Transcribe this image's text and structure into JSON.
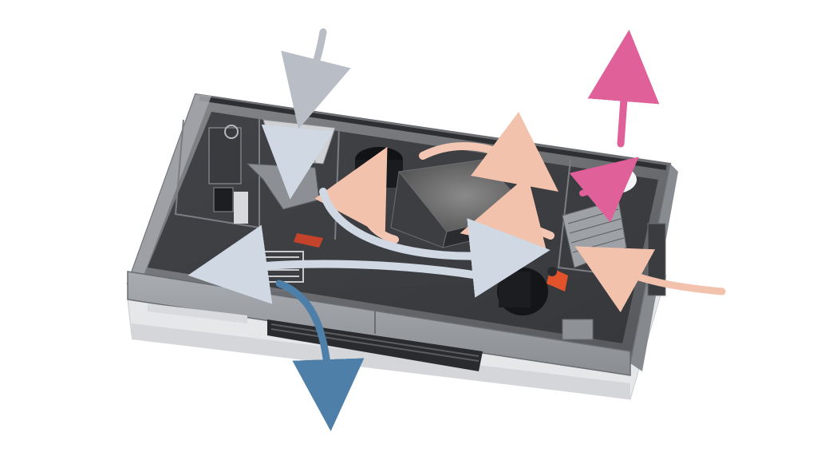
{
  "figure": {
    "kind": "ventilation-unit-cutaway",
    "labels": []
  },
  "airflows": [
    {
      "id": "outdoor-air-in",
      "color": "#b9bec6",
      "direction": "down",
      "label": ""
    },
    {
      "id": "exhaust-air-out",
      "color": "#e0609a",
      "direction": "up",
      "label": ""
    },
    {
      "id": "extract-air-in",
      "color": "#f2c2ad",
      "direction": "left",
      "label": ""
    },
    {
      "id": "supply-air-out",
      "color": "#4d7fa8",
      "direction": "down",
      "label": ""
    },
    {
      "id": "internal-warm-path",
      "color": "#f3c7b3",
      "direction": "loop",
      "label": ""
    },
    {
      "id": "internal-fresh-path",
      "color": "#cfd8e3",
      "direction": "left",
      "label": ""
    }
  ],
  "colors": {
    "housing": "#8e9196",
    "housing_dark": "#4a4c50",
    "interior": "#2c2d31",
    "accent_orange": "#e2532b",
    "base": "#e6e7e9"
  }
}
